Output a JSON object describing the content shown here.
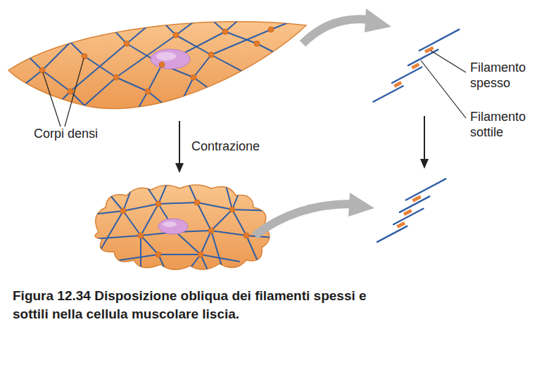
{
  "diagram": {
    "caption": "Figura 12.34 Disposizione obliqua dei filamenti spessi e sottili nella cellula muscolare liscia.",
    "labels": [
      "Corpi densi",
      "Contrazione",
      "Filamento spesso",
      "Filamento sottile"
    ]
  }
}
